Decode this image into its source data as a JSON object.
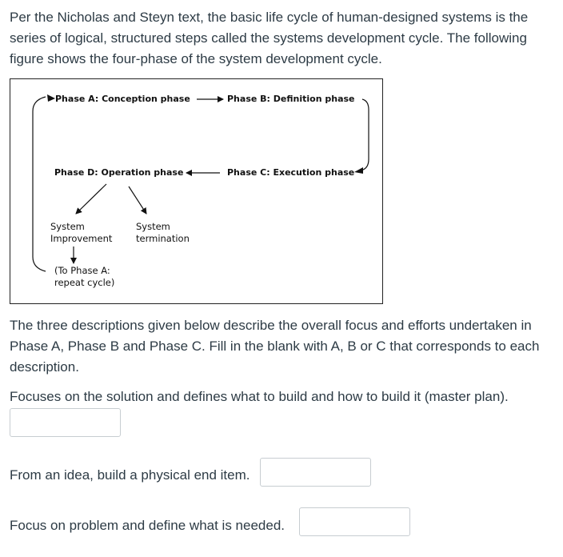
{
  "intro": "Per the Nicholas and Steyn text, the basic life cycle of human-designed systems is the series of logical, structured steps called the systems development cycle. The following figure shows the four-phase of the system development cycle.",
  "figure": {
    "phase_a": "Phase A:  Conception phase",
    "phase_b": "Phase B:  Definition phase",
    "phase_c": "Phase C:  Execution phase",
    "phase_d": "Phase D:  Operation phase",
    "improvement": "System\nImprovement",
    "termination": "System\ntermination",
    "repeat": "(To Phase A:\nrepeat cycle)"
  },
  "instructions": "The three descriptions given below describe the overall focus and efforts undertaken in Phase A, Phase B and Phase C. Fill in the blank with A, B or C that corresponds to each description.",
  "questions": [
    {
      "text": "Focuses on the solution and defines what to build and how to build it (master plan).",
      "value": ""
    },
    {
      "text": "From an idea, build a physical end item.",
      "value": ""
    },
    {
      "text": "Focus on problem and define what is needed.",
      "value": ""
    }
  ]
}
